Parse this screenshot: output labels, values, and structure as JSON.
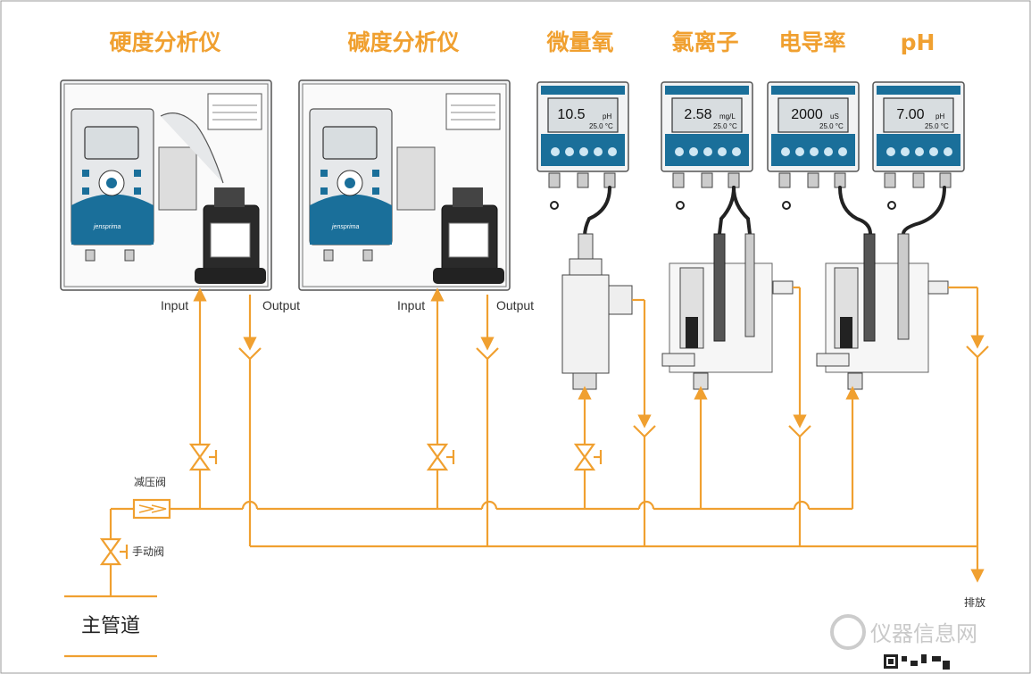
{
  "titles": {
    "hardness": "硬度分析仪",
    "alkalinity": "碱度分析仪",
    "trace_oxygen": "微量氧",
    "chloride": "氯离子",
    "conductivity": "电导率",
    "ph": "pH"
  },
  "labels": {
    "input_1": "Input",
    "output_1": "Output",
    "input_2": "Input",
    "output_2": "Output",
    "pressure_valve": "减压阀",
    "manual_valve": "手动阀",
    "main_pipe": "主管道",
    "drain": "排放"
  },
  "meters": [
    {
      "value": "10.5",
      "unit": "pH",
      "sub": "25.0 °C"
    },
    {
      "value": "2.58",
      "unit": "mg/L",
      "sub": "25.0 °C"
    },
    {
      "value": "2000",
      "unit": "uS",
      "sub": "25.0 °C"
    },
    {
      "value": "7.00",
      "unit": "pH",
      "sub": "25.0 °C"
    }
  ],
  "brand": "jensprima",
  "watermark": "仪器信息网",
  "colors": {
    "pipe": "#f0a030",
    "title": "#f0a030",
    "accent": "#1a6f9a"
  }
}
